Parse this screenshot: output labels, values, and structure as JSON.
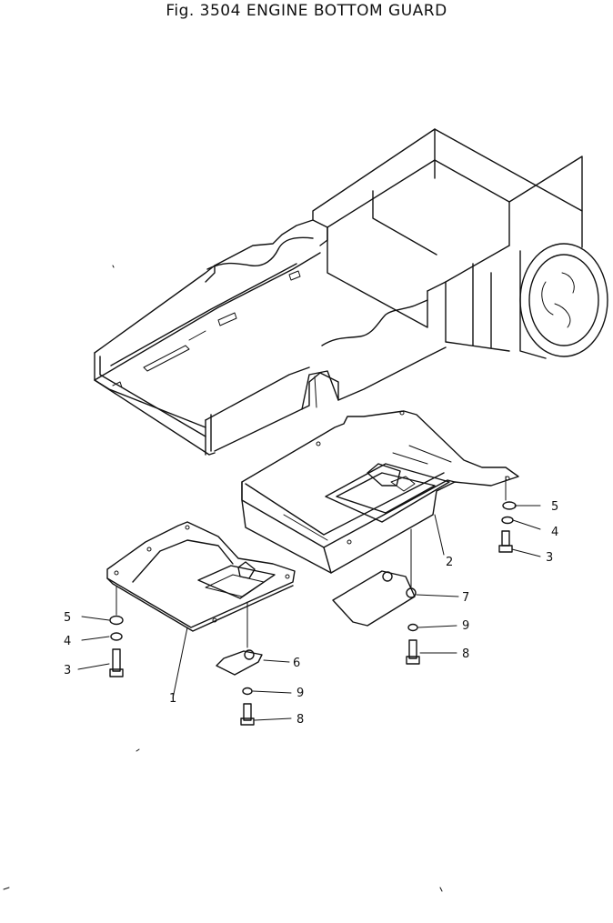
{
  "figure": {
    "title": "Fig. 3504 ENGINE BOTTOM GUARD"
  },
  "callouts": {
    "c1": "1",
    "c2": "2",
    "c3_right": "3",
    "c4_right": "4",
    "c5_right": "5",
    "c3_left": "3",
    "c4_left": "4",
    "c5_left": "5",
    "c6": "6",
    "c7": "7",
    "c8_lower": "8",
    "c8_right": "8",
    "c9_lower": "9",
    "c9_right": "9"
  }
}
